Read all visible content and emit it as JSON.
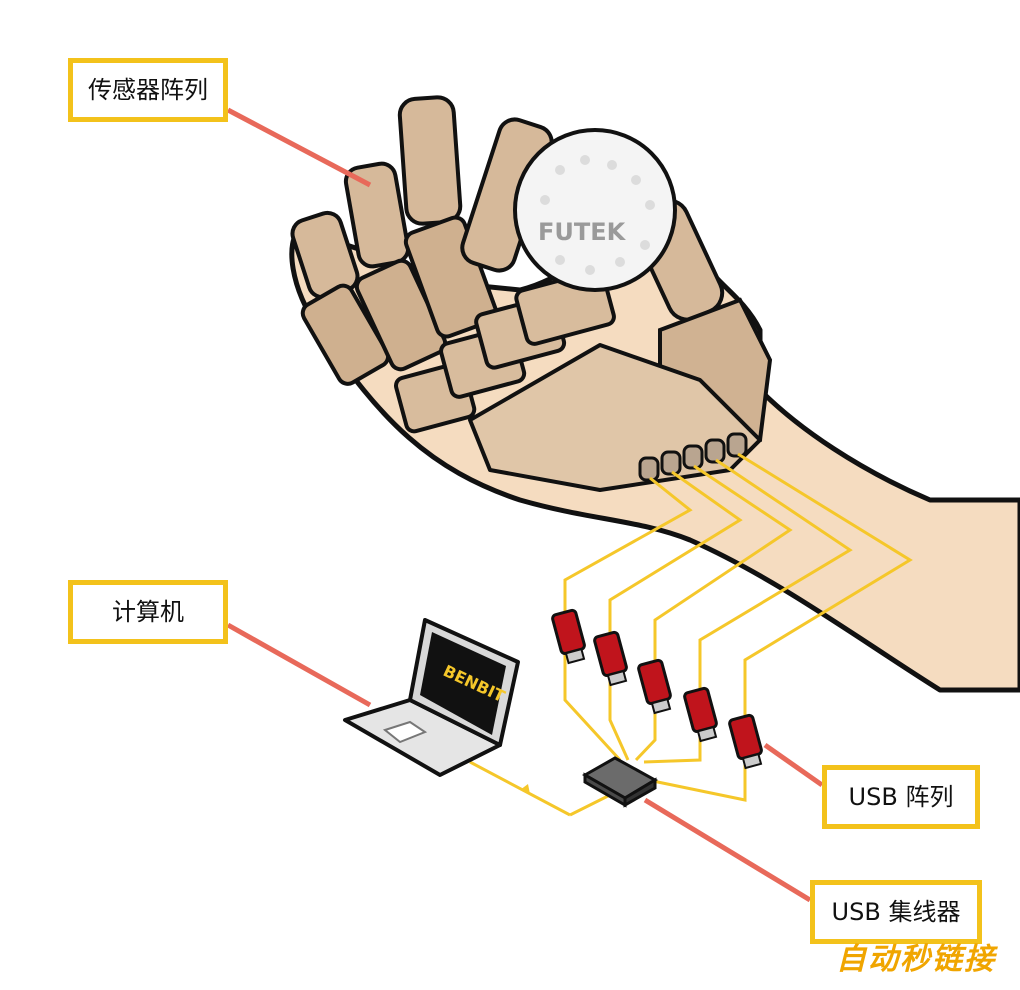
{
  "labels": {
    "sensor_array": "传感器阵列",
    "computer": "计算机",
    "usb_array": "USB 阵列",
    "usb_hub": "USB 集线器"
  },
  "ball_brand": "FUTEK",
  "laptop_brand": "BENBIT",
  "watermark": "自动秒链接",
  "usb_stick_count": 5,
  "colors": {
    "label_border": "#f3c21b",
    "leader_line": "#e8695a",
    "cable": "#f5c72a",
    "skin": "#f5dcc0",
    "finger": "#d6b99a",
    "usb_stick": "#c0141c",
    "watermark": "#f0a500"
  }
}
